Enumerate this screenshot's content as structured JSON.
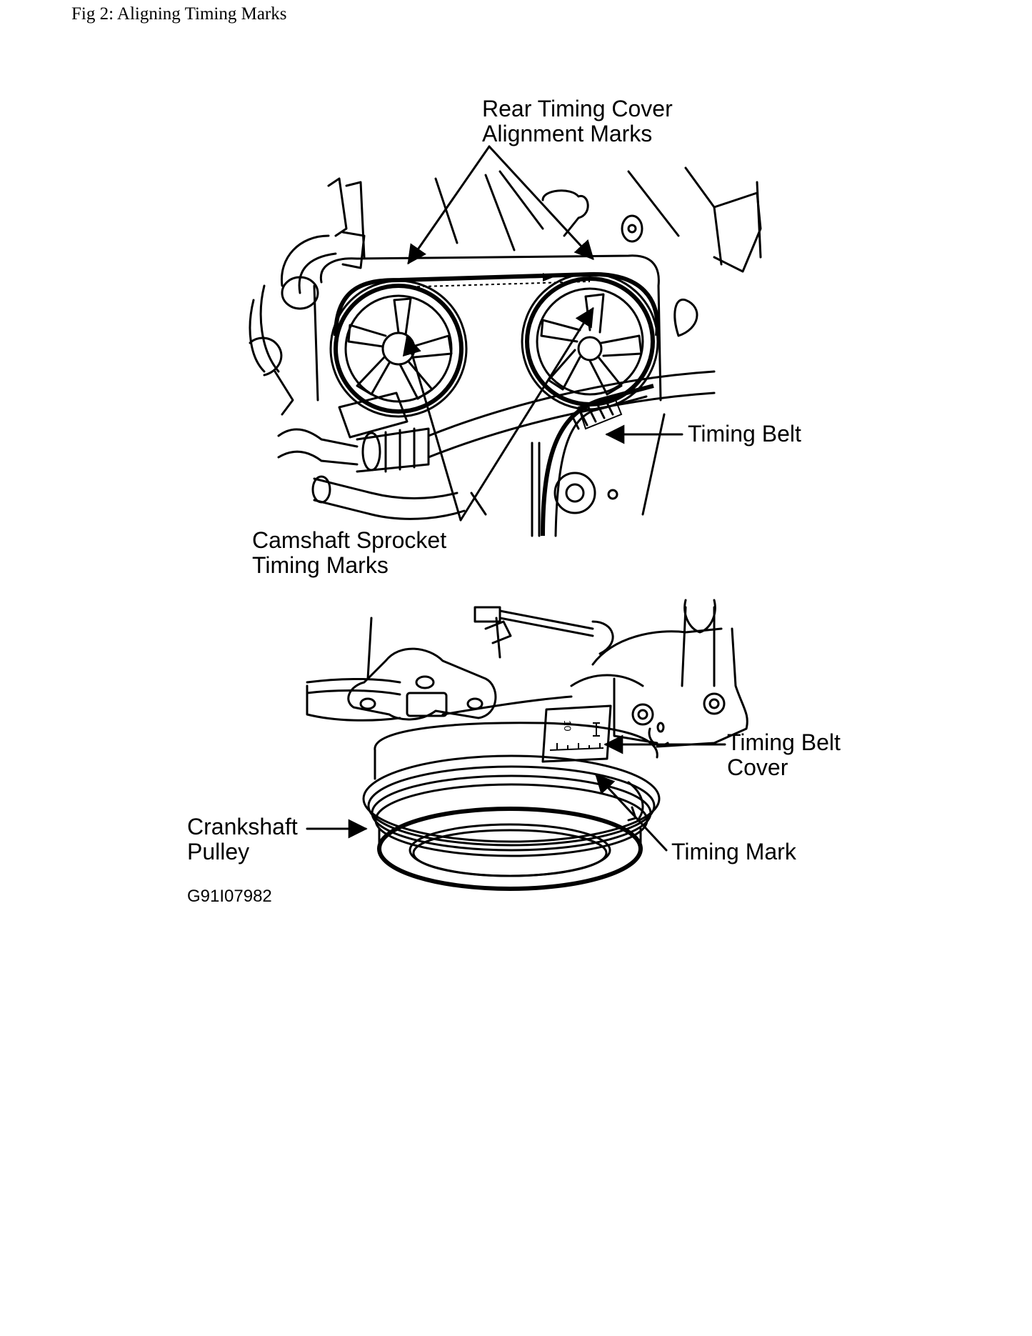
{
  "caption": "Fig 2: Aligning Timing Marks",
  "callouts": {
    "rear_cover_line1": "Rear Timing Cover",
    "rear_cover_line2": "Alignment Marks",
    "timing_belt": "Timing Belt",
    "camshaft_line1": "Camshaft Sprocket",
    "camshaft_line2": "Timing Marks",
    "belt_cover_line1": "Timing Belt",
    "belt_cover_line2": "Cover",
    "crank_line1": "Crankshaft",
    "crank_line2": "Pulley",
    "timing_mark": "Timing Mark"
  },
  "scale_number": "10",
  "figure_code": "G91I07982"
}
